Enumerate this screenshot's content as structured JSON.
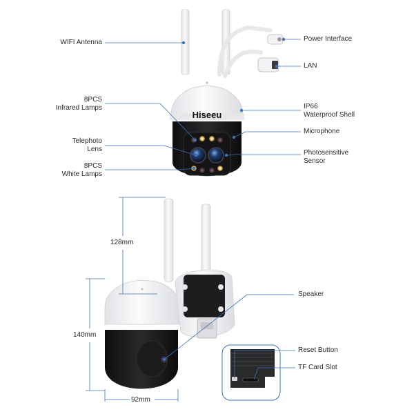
{
  "brand": "Hiseeu",
  "colors": {
    "callout_line": "#3b73b9",
    "shell": "#f4f4f6",
    "lens_housing": "#1c1c1e"
  },
  "top_labels": {
    "wifi_antenna": "WIFI Antenna",
    "power_interface": "Power Interface",
    "lan": "LAN",
    "infrared_line1": "8PCS",
    "infrared_line2": "Infrared Lamps",
    "ip66_line1": "IP66",
    "ip66_line2": "Waterproof Shell",
    "microphone": "Microphone",
    "telephoto_line1": "Telephoto",
    "telephoto_line2": "Lens",
    "photosensitive_line1": "Photosensitive",
    "photosensitive_line2": "Sensor",
    "white_line1": "8PCS",
    "white_line2": "White Lamps"
  },
  "bottom_labels": {
    "height_antenna": "128mm",
    "height_body": "140mm",
    "width_body": "92mm",
    "speaker": "Speaker",
    "reset_button": "Reset Button",
    "tf_card_slot": "TF Card Slot"
  }
}
